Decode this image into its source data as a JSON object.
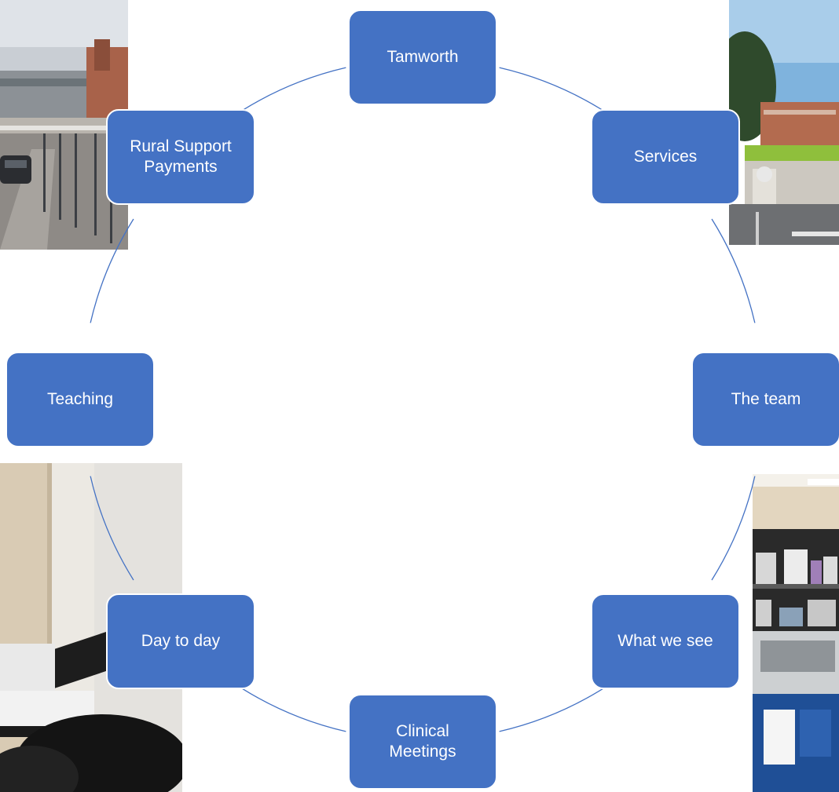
{
  "diagram": {
    "nodes": [
      {
        "label": "Tamworth"
      },
      {
        "label": "Services"
      },
      {
        "label": "The team"
      },
      {
        "label": "What we see"
      },
      {
        "label": "Clinical\nMeetings"
      },
      {
        "label": "Day to day"
      },
      {
        "label": "Teaching"
      },
      {
        "label": "Rural Support\nPayments"
      }
    ],
    "node_color": "#4472c4",
    "connector_color": "#4472c4"
  },
  "photos": [
    {
      "subject": "hospital building with covered walkway and parked car"
    },
    {
      "subject": "hospital entrance with portico and trees"
    },
    {
      "subject": "microscope"
    },
    {
      "subject": "laboratory bench with equipment and shelves"
    }
  ]
}
